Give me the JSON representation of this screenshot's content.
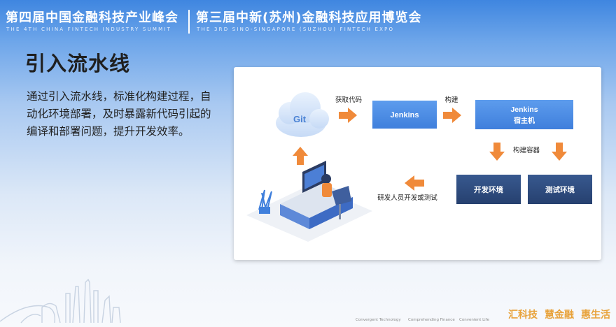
{
  "banner": {
    "left_title": "第四届中国金融科技产业峰会",
    "left_subtitle": "THE 4TH CHINA FINTECH INDUSTRY SUMMIT",
    "right_title": "第三届中新(苏州)金融科技应用博览会",
    "right_subtitle": "THE 3RD SINO-SINGAPORE (SUZHOU) FINTECH EXPO"
  },
  "slide": {
    "heading": "引入流水线",
    "description": "通过引入流水线，标准化构建过程，自动化环境部署，及时暴露新代码引起的编译和部署问题，提升开发效率。"
  },
  "diagram": {
    "git_label": "Git",
    "jenkins_label": "Jenkins",
    "host_line1": "Jenkins",
    "host_line2": "宿主机",
    "dev_env_label": "开发环境",
    "test_env_label": "测试环境",
    "fetch_code_label": "获取代码",
    "build_label": "构建",
    "build_container_label": "构建容器",
    "dev_test_label": "研发人员开发或测试"
  },
  "footer": {
    "tagline_1": "Convergent Technology",
    "tagline_2": "Comprehending Finance",
    "tagline_3": "Convenient Life",
    "brand_1": "汇科技",
    "brand_2": "慧金融",
    "brand_3": "惠生活"
  },
  "colors": {
    "banner_blue": "#3f86e0",
    "arrow_orange": "#f08a3a",
    "box_light_blue": "#4f8ee6",
    "box_dark_blue": "#2d4a86"
  }
}
